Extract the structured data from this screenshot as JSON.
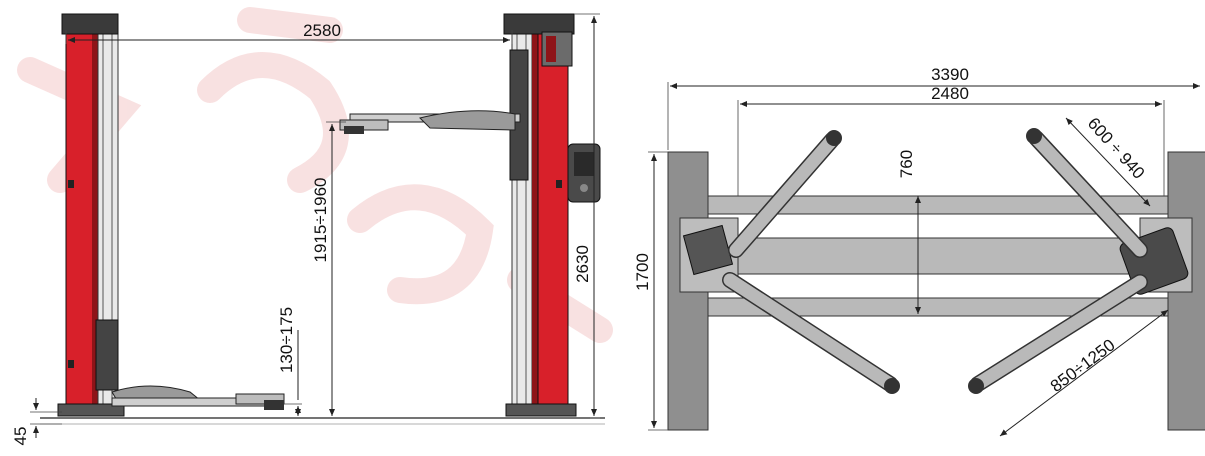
{
  "colors": {
    "column_red": "#d8202a",
    "column_red_dark": "#8e1418",
    "steel_gray": "#8f8f8f",
    "steel_dark": "#3a3a3a",
    "arm_gray": "#b9b9b9",
    "watermark": "#f4c9c9"
  },
  "icons": {
    "control_box": "control-box-icon",
    "motor": "motor-icon",
    "lift_pad": "lift-pad-icon"
  },
  "front_view": {
    "dimensions": {
      "width_between_columns": "2580",
      "max_lift_height": "1915÷1960",
      "total_height": "2630",
      "min_pad_height": "130÷175",
      "base_height": "45"
    }
  },
  "top_view": {
    "dimensions": {
      "overall_width": "3390",
      "inner_width": "2480",
      "depth": "1700",
      "short_arm_reach": "760",
      "short_arm_range": "600 ÷ 940",
      "long_arm_range": "850÷1250"
    }
  }
}
